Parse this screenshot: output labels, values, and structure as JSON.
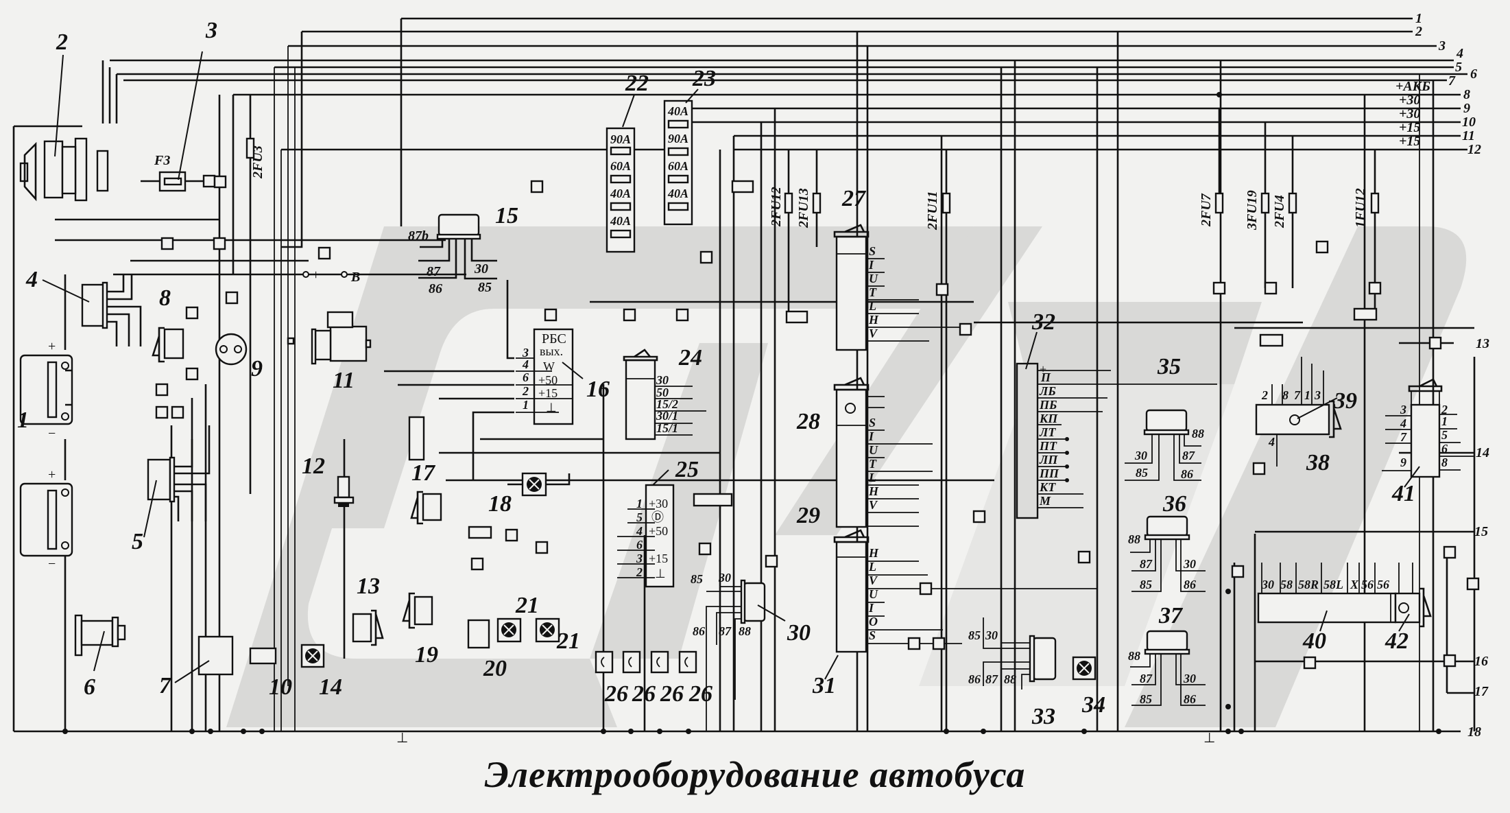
{
  "title": "Электрооборудование автобуса",
  "components": [
    {
      "id": "1",
      "label": "1",
      "type": "battery",
      "count": 2
    },
    {
      "id": "2",
      "label": "2",
      "type": "generator"
    },
    {
      "id": "3",
      "label": "3",
      "type": "fuse",
      "name": "F3"
    },
    {
      "id": "4",
      "label": "4",
      "type": "regulator"
    },
    {
      "id": "5",
      "label": "5",
      "type": "sensor"
    },
    {
      "id": "6",
      "label": "6",
      "type": "sensor"
    },
    {
      "id": "7",
      "label": "7",
      "type": "unit"
    },
    {
      "id": "8",
      "label": "8",
      "type": "horn"
    },
    {
      "id": "9",
      "label": "9",
      "type": "socket"
    },
    {
      "id": "10",
      "label": "10",
      "type": "unit"
    },
    {
      "id": "11",
      "label": "11",
      "type": "starter",
      "terminals": [
        "+",
        "B"
      ]
    },
    {
      "id": "12",
      "label": "12",
      "type": "sensor"
    },
    {
      "id": "13",
      "label": "13",
      "type": "lamp-unit"
    },
    {
      "id": "14",
      "label": "14",
      "type": "lamp"
    },
    {
      "id": "15",
      "label": "15",
      "type": "relay",
      "terminals": [
        "87b",
        "87",
        "86",
        "30",
        "85"
      ]
    },
    {
      "id": "16",
      "label": "16",
      "type": "relay-block",
      "header": [
        "РБС",
        "вых."
      ],
      "pins": [
        {
          "num": "3",
          "name": ""
        },
        {
          "num": "4",
          "name": "W"
        },
        {
          "num": "6",
          "name": "+50"
        },
        {
          "num": "2",
          "name": "+15"
        },
        {
          "num": "1",
          "name": "⊥"
        }
      ]
    },
    {
      "id": "17",
      "label": "17",
      "type": "lamp-unit"
    },
    {
      "id": "18",
      "label": "18",
      "type": "lamp"
    },
    {
      "id": "19",
      "label": "19",
      "type": "lamp-unit"
    },
    {
      "id": "20",
      "label": "20",
      "type": "unit"
    },
    {
      "id": "21",
      "label": "21",
      "type": "lamp",
      "count": 2
    },
    {
      "id": "22",
      "label": "22",
      "type": "fuse-block",
      "fuses": [
        "90A",
        "60A",
        "40A",
        "40A"
      ]
    },
    {
      "id": "23",
      "label": "23",
      "type": "fuse-block",
      "fuses": [
        "40A",
        "90A",
        "60A",
        "40A"
      ]
    },
    {
      "id": "24",
      "label": "24",
      "type": "ignition-switch",
      "terminals": [
        "30",
        "50",
        "15/2",
        "30/1",
        "15/1"
      ]
    },
    {
      "id": "25",
      "label": "25",
      "type": "switch-block",
      "pins": [
        {
          "num": "1",
          "name": "+30"
        },
        {
          "num": "5",
          "name": "Ⓓ"
        },
        {
          "num": "4",
          "name": "+50"
        },
        {
          "num": "6",
          "name": ""
        },
        {
          "num": "3",
          "name": "+15"
        },
        {
          "num": "2",
          "name": "⊥"
        }
      ]
    },
    {
      "id": "26",
      "label": "26",
      "type": "switch",
      "count": 4
    },
    {
      "id": "27",
      "label": "27",
      "type": "switch",
      "terminals": [
        "S",
        "I",
        "U",
        "T",
        "L",
        "H",
        "V"
      ]
    },
    {
      "id": "28",
      "label": "28",
      "type": "indicator"
    },
    {
      "id": "29",
      "label": "29",
      "type": "switch",
      "terminals": [
        "S",
        "I",
        "U",
        "T",
        "L",
        "H",
        "V"
      ]
    },
    {
      "id": "30",
      "label": "30",
      "type": "relay",
      "terminals": [
        "30",
        "85",
        "86",
        "87",
        "88"
      ]
    },
    {
      "id": "31",
      "label": "31",
      "type": "switch",
      "terminals": [
        "H",
        "L",
        "V",
        "U",
        "I",
        "O",
        "S"
      ]
    },
    {
      "id": "32",
      "label": "32",
      "type": "control-unit",
      "terminals": [
        "+",
        "П",
        "ЛБ",
        "ПБ",
        "КП",
        "ЛТ",
        "ПТ",
        "ЛП",
        "ПП",
        "КТ",
        "М"
      ]
    },
    {
      "id": "33",
      "label": "33",
      "type": "relay",
      "terminals": [
        "85",
        "30",
        "86",
        "87",
        "88"
      ]
    },
    {
      "id": "34",
      "label": "34",
      "type": "lamp"
    },
    {
      "id": "35",
      "label": "35",
      "type": "relay",
      "terminals": [
        "88",
        "30",
        "87",
        "85",
        "86"
      ]
    },
    {
      "id": "36",
      "label": "36",
      "type": "relay",
      "terminals": [
        "88",
        "87",
        "85",
        "30",
        "86"
      ]
    },
    {
      "id": "37",
      "label": "37",
      "type": "relay",
      "terminals": [
        "88",
        "87",
        "85",
        "30",
        "86"
      ]
    },
    {
      "id": "38",
      "label": "38",
      "type": "lamp-unit",
      "terminals": [
        "2",
        "8",
        "7",
        "1",
        "3",
        "4"
      ]
    },
    {
      "id": "39",
      "label": "39",
      "type": "indicator"
    },
    {
      "id": "40",
      "label": "40",
      "type": "unit",
      "terminals": [
        "30",
        "58",
        "58R",
        "58L",
        "X",
        "56",
        "56"
      ]
    },
    {
      "id": "41",
      "label": "41",
      "type": "switch",
      "terminals_left": [
        "3",
        "4",
        "7",
        "9"
      ],
      "terminals_right": [
        "2",
        "1",
        "5",
        "6",
        "8"
      ]
    },
    {
      "id": "42",
      "label": "42",
      "type": "indicator"
    }
  ],
  "fuses": [
    "2FU3",
    "2FU12",
    "2FU13",
    "2FU11",
    "2FU7",
    "3FU19",
    "2FU4",
    "1FU12"
  ],
  "bus_lines": [
    {
      "num": "1",
      "label": ""
    },
    {
      "num": "2",
      "label": ""
    },
    {
      "num": "3",
      "label": ""
    },
    {
      "num": "4",
      "label": ""
    },
    {
      "num": "5",
      "label": ""
    },
    {
      "num": "6",
      "label": ""
    },
    {
      "num": "7",
      "label": ""
    },
    {
      "num": "8",
      "label": "+АКБ"
    },
    {
      "num": "9",
      "label": "+30"
    },
    {
      "num": "10",
      "label": "+30"
    },
    {
      "num": "11",
      "label": "+15"
    },
    {
      "num": "12",
      "label": "+15"
    },
    {
      "num": "13",
      "label": ""
    },
    {
      "num": "14",
      "label": ""
    },
    {
      "num": "15",
      "label": ""
    },
    {
      "num": "16",
      "label": ""
    },
    {
      "num": "17",
      "label": ""
    },
    {
      "num": "18",
      "label": ""
    }
  ],
  "misc": {
    "battery_plus": "+",
    "battery_minus": "−",
    "ground": "⊥"
  }
}
